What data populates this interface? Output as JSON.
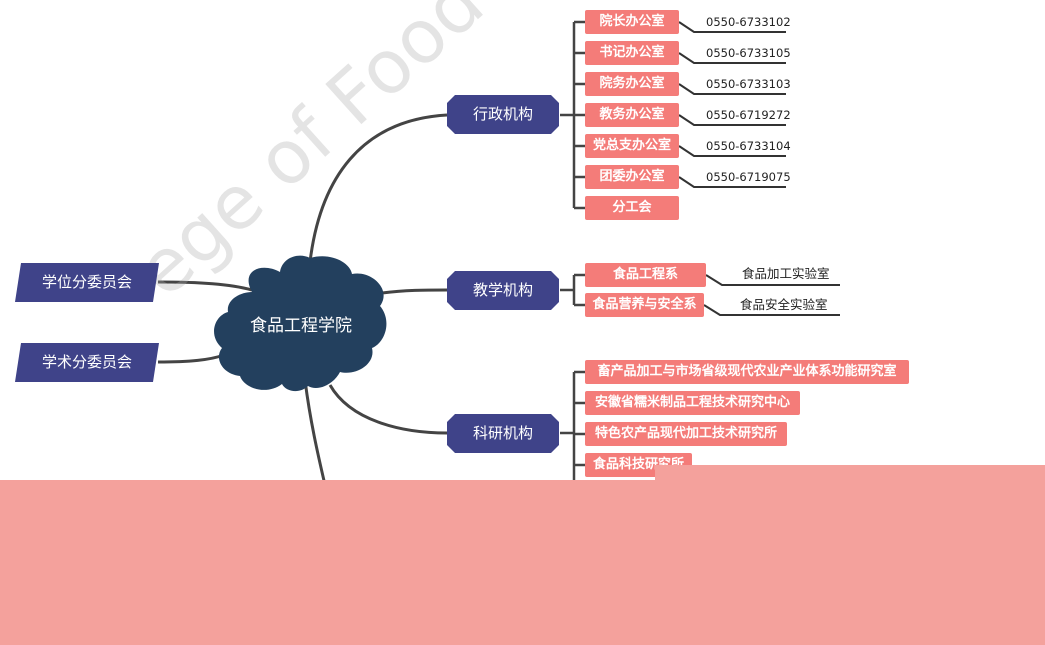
{
  "root": {
    "label": "食品工程学院"
  },
  "watermark": {
    "text": "ege of Food Engineering"
  },
  "side_nodes": [
    {
      "label": "学位分委员会"
    },
    {
      "label": "学术分委员会"
    }
  ],
  "branches": [
    {
      "label": "行政机构",
      "children": [
        {
          "label": "院长办公室",
          "phone": "0550-6733102"
        },
        {
          "label": "书记办公室",
          "phone": "0550-6733105"
        },
        {
          "label": "院务办公室",
          "phone": "0550-6733103"
        },
        {
          "label": "教务办公室",
          "phone": "0550-6719272"
        },
        {
          "label": "党总支办公室",
          "phone": "0550-6733104"
        },
        {
          "label": "团委办公室",
          "phone": "0550-6719075"
        },
        {
          "label": "分工会"
        }
      ]
    },
    {
      "label": "教学机构",
      "children": [
        {
          "label": "食品工程系",
          "lab": "食品加工实验室"
        },
        {
          "label": "食品营养与安全系",
          "lab": "食品安全实验室"
        }
      ]
    },
    {
      "label": "科研机构",
      "children": [
        {
          "label": "畜产品加工与市场省级现代农业产业体系功能研究室"
        },
        {
          "label": "安徽省糯米制品工程技术研究中心"
        },
        {
          "label": "特色农产品现代加工技术研究所"
        },
        {
          "label": "食品科技研究所"
        }
      ]
    }
  ],
  "colors": {
    "root": "#23405e",
    "branch": "#3f4389",
    "leaf": "#f47c79",
    "line": "#444444",
    "overlay": "#f4a19c"
  }
}
